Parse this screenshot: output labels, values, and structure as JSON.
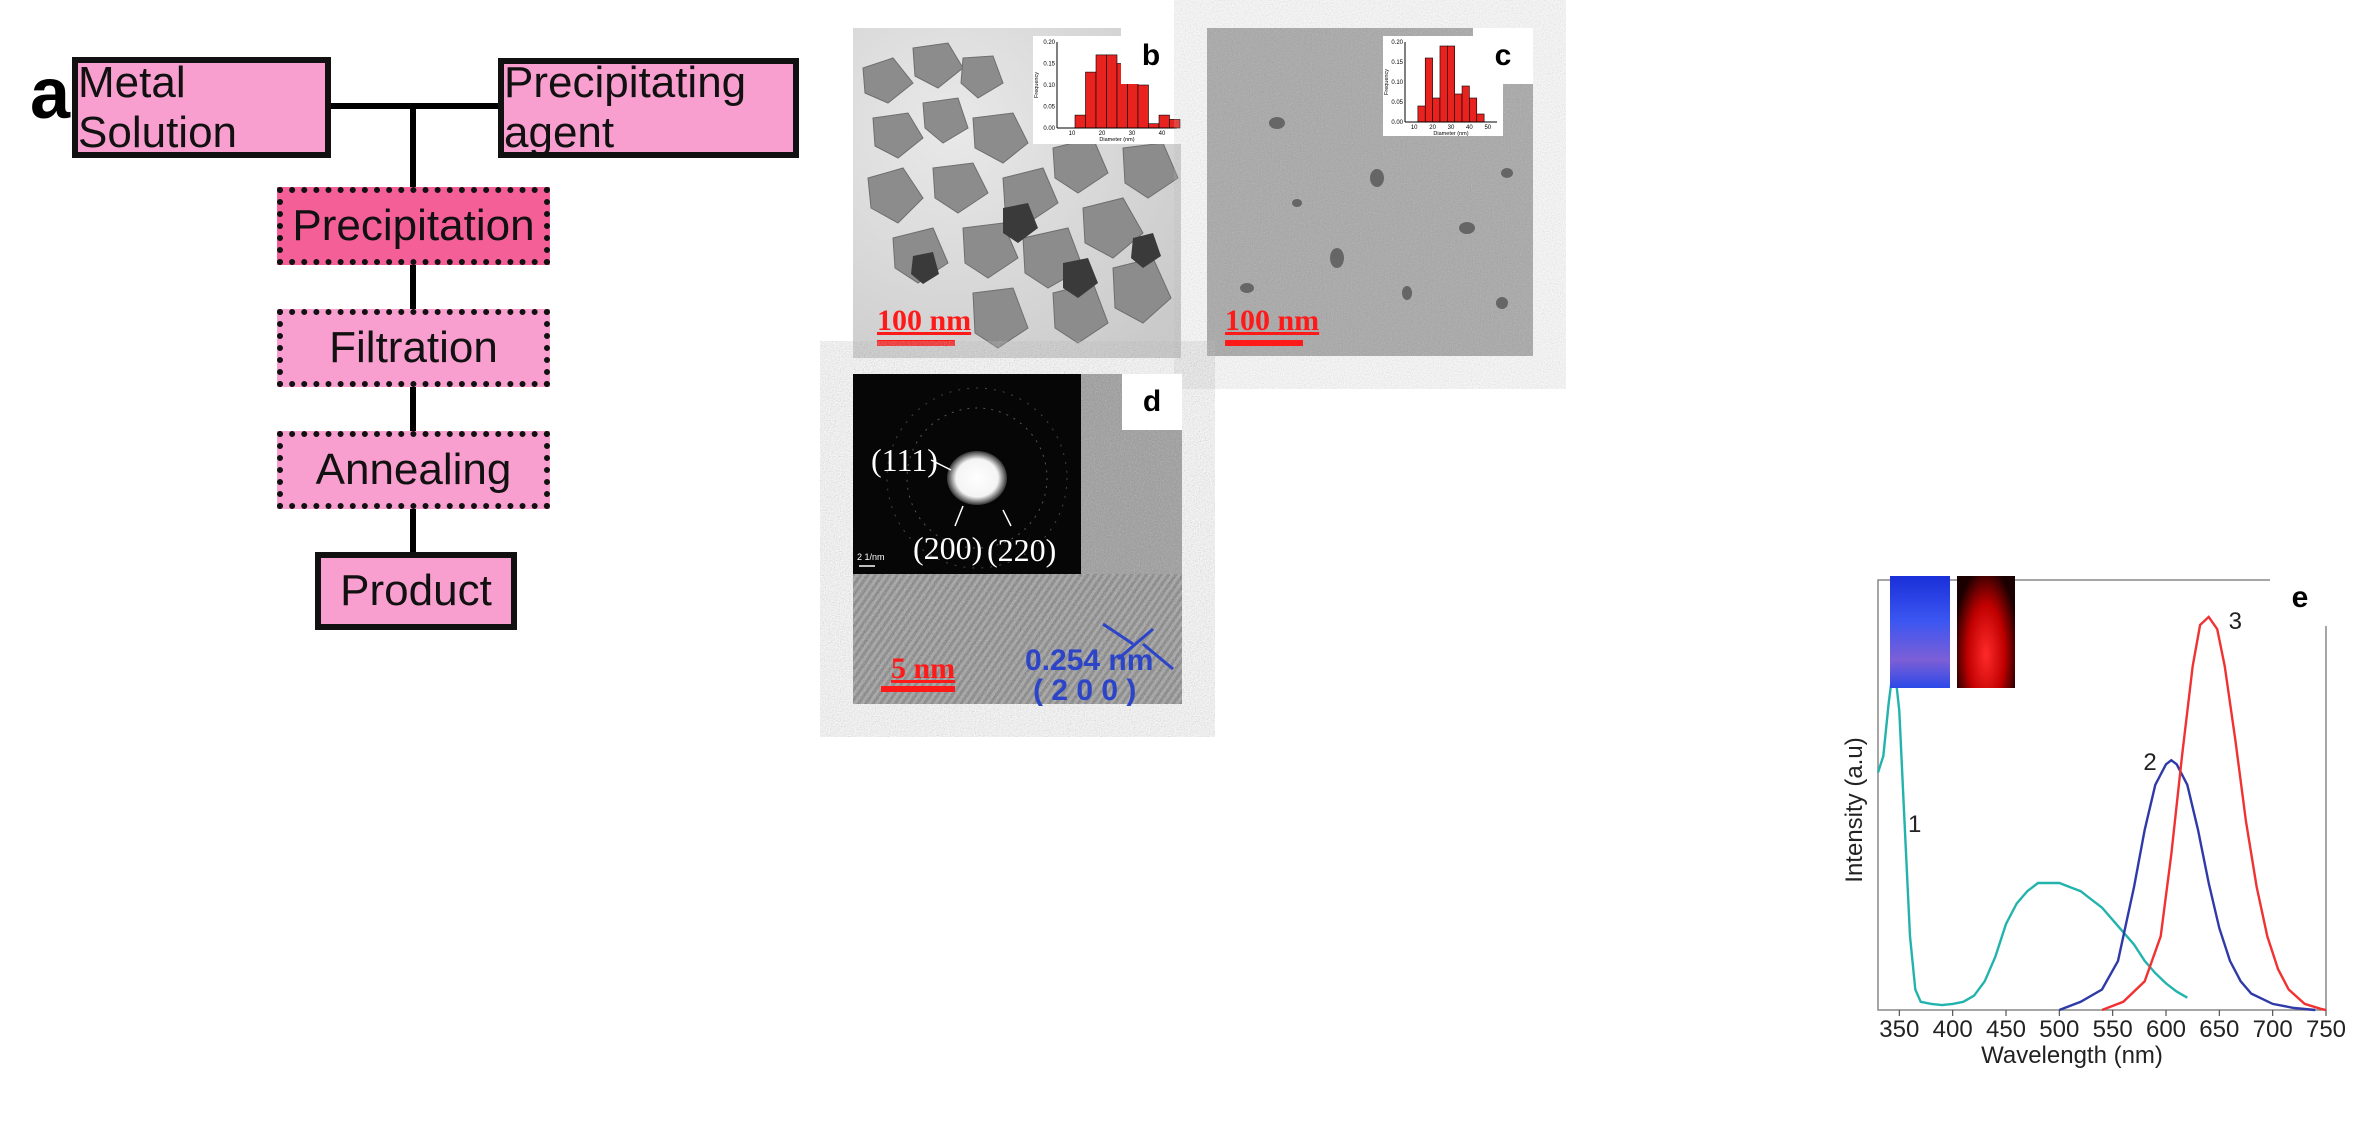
{
  "panel_a": {
    "letter": "a",
    "boxes": {
      "metal_solution": "Metal Solution",
      "precipitating_agent": "Precipitating agent",
      "precipitation": "Precipitation",
      "filtration": "Filtration",
      "annealing": "Annealing",
      "product": "Product"
    },
    "colors": {
      "box_fill": "#f99fcf",
      "highlight_fill": "#f45f98",
      "border": "#111111"
    }
  },
  "panel_b": {
    "letter": "b",
    "scale_label": "100 nm",
    "histogram": {
      "type": "bar",
      "xlabel": "Diameter (nm)",
      "ylabel": "Frequency",
      "ytick_labels": [
        "0.20",
        "0.15",
        "0.10",
        "0.05",
        "0.00"
      ],
      "xtick_labels": [
        "10",
        "20",
        "30",
        "40"
      ],
      "ylim": [
        0,
        0.2
      ],
      "xlim": [
        5,
        45
      ],
      "bin_width": 3.5,
      "bin_starts": [
        11,
        14.5,
        18,
        21.5,
        25,
        28.5,
        32,
        35.5,
        39,
        42.5
      ],
      "values": [
        0.03,
        0.13,
        0.17,
        0.17,
        0.15,
        0.16,
        0.1,
        0.01,
        0.03,
        0.02
      ],
      "bar_color": "#e8231f"
    }
  },
  "panel_c": {
    "letter": "c",
    "scale_label": "100 nm",
    "histogram": {
      "type": "bar",
      "xlabel": "Diameter (nm)",
      "ylabel": "Frequency",
      "ytick_labels": [
        "0.20",
        "0.15",
        "0.10",
        "0.05",
        "0.00"
      ],
      "xtick_labels": [
        "10",
        "20",
        "30",
        "40",
        "50"
      ],
      "ylim": [
        0,
        0.2
      ],
      "xlim": [
        5,
        55
      ],
      "bin_width": 4,
      "bin_starts": [
        12,
        16,
        20,
        24,
        28,
        32,
        36,
        40,
        44
      ],
      "values": [
        0.04,
        0.16,
        0.06,
        0.19,
        0.19,
        0.07,
        0.09,
        0.06,
        0.02
      ],
      "bar_color": "#e8231f"
    }
  },
  "panel_d": {
    "letter": "d",
    "scale_label": "5 nm",
    "saed_scale_label": "2 1/nm",
    "rings": [
      "(111)",
      "(200)",
      "(220)"
    ],
    "lattice_spacing": "0.254 nm",
    "lattice_plane": "( 2 0 0 )"
  },
  "panel_e": {
    "letter": "e",
    "chart_data": {
      "type": "line",
      "xlabel": "Wavelength (nm)",
      "ylabel": "Intensity (a.u)",
      "xlim": [
        330,
        750
      ],
      "ylim": [
        0,
        1.05
      ],
      "xticks": [
        350,
        400,
        450,
        500,
        550,
        600,
        650,
        700,
        750
      ],
      "grid": false,
      "series": [
        {
          "name": "1",
          "color": "#23b3ad",
          "x": [
            330,
            335,
            340,
            345,
            350,
            355,
            360,
            365,
            370,
            380,
            390,
            400,
            410,
            420,
            430,
            440,
            450,
            460,
            470,
            480,
            490,
            500,
            510,
            520,
            530,
            540,
            550,
            560,
            570,
            580,
            590,
            600,
            610,
            620
          ],
          "y": [
            0.58,
            0.62,
            0.75,
            0.85,
            0.73,
            0.45,
            0.18,
            0.05,
            0.02,
            0.015,
            0.012,
            0.015,
            0.02,
            0.035,
            0.07,
            0.13,
            0.21,
            0.26,
            0.29,
            0.31,
            0.31,
            0.31,
            0.3,
            0.29,
            0.27,
            0.25,
            0.22,
            0.19,
            0.16,
            0.12,
            0.09,
            0.065,
            0.045,
            0.03
          ]
        },
        {
          "name": "2",
          "color": "#2f3aa8",
          "x": [
            500,
            520,
            540,
            555,
            570,
            580,
            590,
            600,
            605,
            610,
            620,
            630,
            640,
            650,
            660,
            670,
            680,
            700,
            720,
            740
          ],
          "y": [
            0.0,
            0.02,
            0.05,
            0.12,
            0.3,
            0.44,
            0.55,
            0.6,
            0.61,
            0.6,
            0.55,
            0.44,
            0.31,
            0.2,
            0.12,
            0.07,
            0.04,
            0.015,
            0.005,
            0.0
          ]
        },
        {
          "name": "3",
          "color": "#f03232",
          "x": [
            540,
            560,
            580,
            595,
            605,
            615,
            625,
            632,
            640,
            648,
            655,
            665,
            675,
            685,
            695,
            705,
            715,
            730,
            745,
            750
          ],
          "y": [
            0.0,
            0.02,
            0.07,
            0.18,
            0.38,
            0.62,
            0.84,
            0.94,
            0.96,
            0.93,
            0.84,
            0.66,
            0.46,
            0.3,
            0.18,
            0.1,
            0.05,
            0.015,
            0.003,
            0.0
          ]
        }
      ]
    }
  }
}
